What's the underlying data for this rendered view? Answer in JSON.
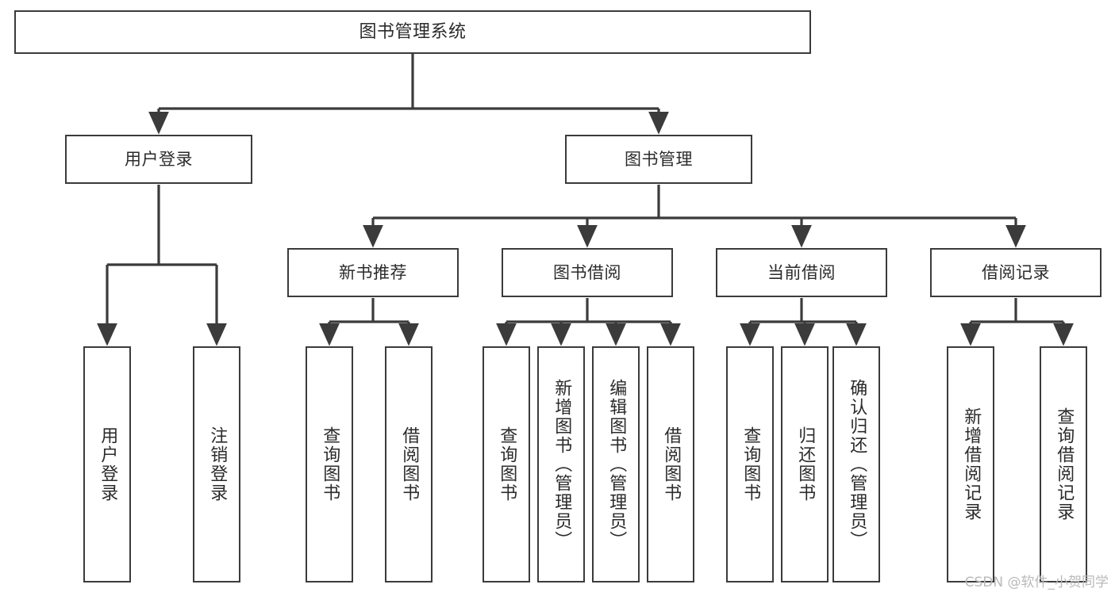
{
  "diagram": {
    "title": "图书管理系统",
    "type": "tree",
    "nodes": {
      "root": {
        "label": "图书管理系统"
      },
      "level2": [
        {
          "id": "user-login",
          "label": "用户登录"
        },
        {
          "id": "book-manage",
          "label": "图书管理"
        }
      ],
      "level3": [
        {
          "id": "new-book-recommend",
          "label": "新书推荐"
        },
        {
          "id": "book-borrow",
          "label": "图书借阅"
        },
        {
          "id": "current-borrow",
          "label": "当前借阅"
        },
        {
          "id": "borrow-record",
          "label": "借阅记录"
        }
      ],
      "leaves": {
        "user-login": [
          {
            "id": "leaf-user-login",
            "label": "用户登录"
          },
          {
            "id": "leaf-logout-login",
            "label": "注销登录"
          }
        ],
        "new-book-recommend": [
          {
            "id": "leaf-query-book-1",
            "label": "查询图书"
          },
          {
            "id": "leaf-borrow-book-1",
            "label": "借阅图书"
          }
        ],
        "book-borrow": [
          {
            "id": "leaf-query-book-2",
            "label": "查询图书"
          },
          {
            "id": "leaf-add-book",
            "label": "新增图书（管理员）"
          },
          {
            "id": "leaf-edit-book",
            "label": "编辑图书（管理员）"
          },
          {
            "id": "leaf-borrow-book-2",
            "label": "借阅图书"
          }
        ],
        "current-borrow": [
          {
            "id": "leaf-query-book-3",
            "label": "查询图书"
          },
          {
            "id": "leaf-return-book",
            "label": "归还图书"
          },
          {
            "id": "leaf-confirm-return",
            "label": "确认归还（管理员）"
          }
        ],
        "borrow-record": [
          {
            "id": "leaf-add-record",
            "label": "新增借阅记录"
          },
          {
            "id": "leaf-query-record",
            "label": "查询借阅记录"
          }
        ]
      }
    },
    "colors": {
      "border": "#3b3b3b",
      "fill": "#ffffff",
      "text": "#2b2b2b",
      "edge": "#3b3b3b",
      "watermark": "#b9b9b9"
    }
  },
  "watermark": {
    "text": "CSDN @软件_小贺同学"
  }
}
